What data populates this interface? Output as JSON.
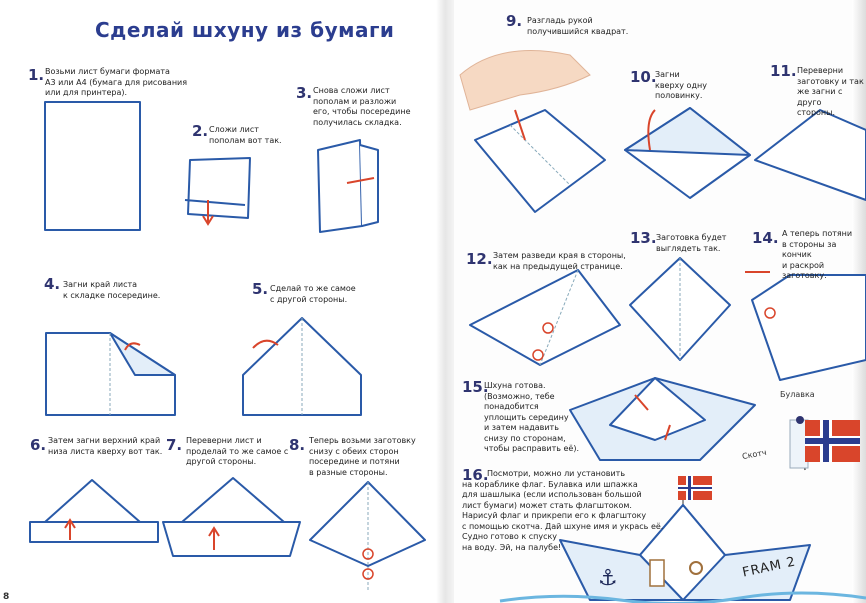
{
  "title": "Сделай шхуну из бумаги",
  "page_number": "8",
  "steps": [
    {
      "num": "1.",
      "text": "Возьми лист бумаги формата\nА3 или А4 (бумага для рисования\nили для принтера)."
    },
    {
      "num": "2.",
      "text": "Сложи лист\nпополам вот так."
    },
    {
      "num": "3.",
      "text": "Снова сложи лист\nпополам и разложи\nего, чтобы посередине\nполучилась складка."
    },
    {
      "num": "4.",
      "text": "Загни край листа\nк складке посередине."
    },
    {
      "num": "5.",
      "text": "Сделай то же самое\nс другой стороны."
    },
    {
      "num": "6.",
      "text": "Затем загни верхний край\nниза листа кверху вот так."
    },
    {
      "num": "7.",
      "text": "Переверни лист и\nпроделай то же самое с\nдругой стороны."
    },
    {
      "num": "8.",
      "text": "Теперь возьми заготовку\nснизу с обеих сторон\nпосередине и потяни\nв разные стороны."
    },
    {
      "num": "9.",
      "text": "Разгладь рукой\nполучившийся квадрат."
    },
    {
      "num": "10.",
      "text": "Загни\nкверху одну\nполовинку."
    },
    {
      "num": "11.",
      "text": "Переверни\nзаготовку и так\nже загни с друго\nстороны."
    },
    {
      "num": "12.",
      "text": "Затем разведи края в стороны,\nкак на предыдущей странице."
    },
    {
      "num": "13.",
      "text": "Заготовка будет\nвыглядеть так."
    },
    {
      "num": "14.",
      "text": "А теперь потяни\nв стороны за кончик\nи раскрой заготовку."
    },
    {
      "num": "15.",
      "text": "Шхуна готова.\n(Возможно, тебе\nпонадобится\nуплощить середину\nи затем надавить\nснизу по сторонам,\nчтобы расправить её)."
    },
    {
      "num": "16.",
      "text": "Посмотри, можно ли установить\nна кораблике флаг. Булавка или шпажка\nдля шашлыка (если использован большой\nлист бумаги) может стать флагштоком.\nНарисуй флаг и прикрепи его к флагштоку\nс помощью скотча. Дай шхуне имя и укрась её.\nСудно готово к спуску\nна воду. Эй, на палубе!"
    }
  ],
  "labels": {
    "pin": "Булавка",
    "tape": "Скотч",
    "boat_name": "FRAM 2"
  },
  "colors": {
    "outline": "#2a5aa8",
    "arrow": "#d9452b",
    "heading": "#2b3d8f"
  }
}
